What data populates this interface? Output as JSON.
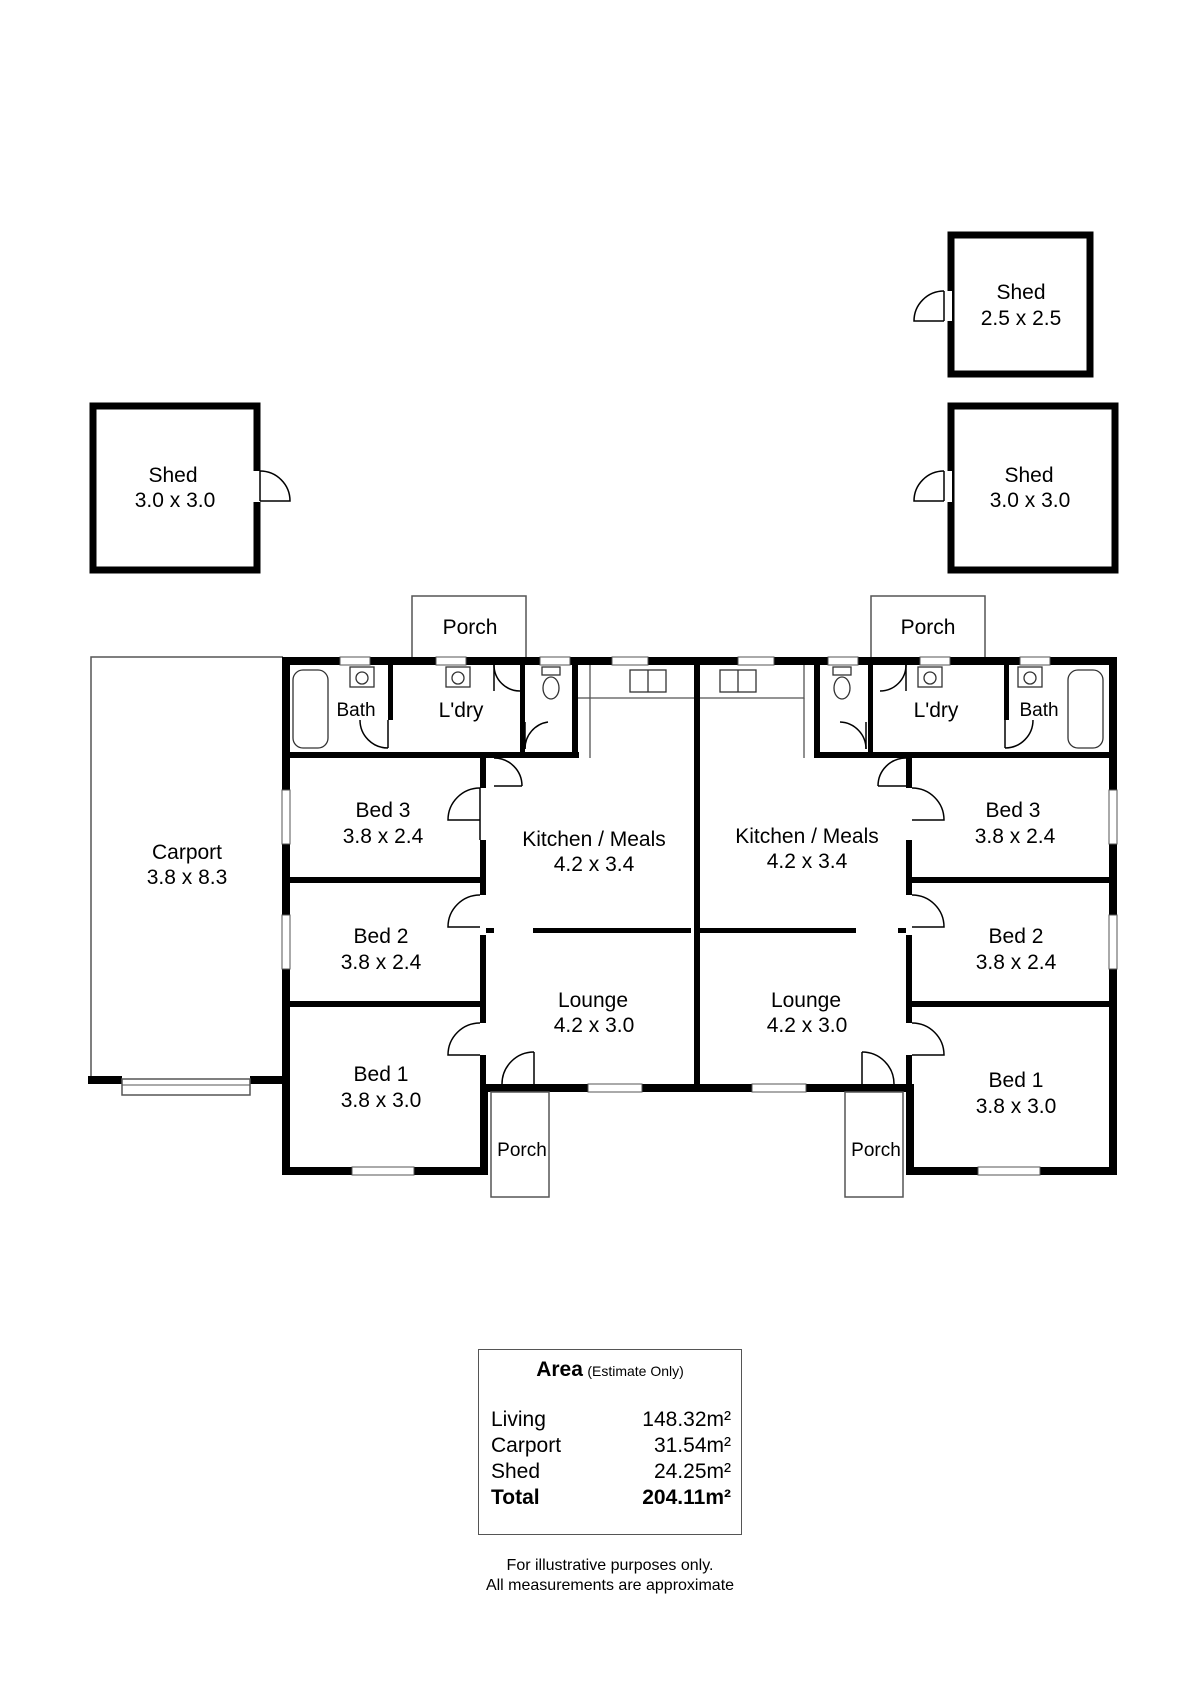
{
  "rooms": {
    "shed_top_right": {
      "name": "Shed",
      "dims": "2.5 x 2.5"
    },
    "shed_left": {
      "name": "Shed",
      "dims": "3.0 x 3.0"
    },
    "shed_right": {
      "name": "Shed",
      "dims": "3.0 x 3.0"
    },
    "carport": {
      "name": "Carport",
      "dims": "3.8 x 8.3"
    },
    "porch_top_left": {
      "name": "Porch"
    },
    "porch_top_right": {
      "name": "Porch"
    },
    "porch_bottom_left": {
      "name": "Porch"
    },
    "porch_bottom_right": {
      "name": "Porch"
    },
    "bath_left": {
      "name": "Bath"
    },
    "laundry_left": {
      "name": "L'dry"
    },
    "bath_right": {
      "name": "Bath"
    },
    "laundry_right": {
      "name": "L'dry"
    },
    "bed3_left": {
      "name": "Bed 3",
      "dims": "3.8 x 2.4"
    },
    "bed2_left": {
      "name": "Bed 2",
      "dims": "3.8 x 2.4"
    },
    "bed1_left": {
      "name": "Bed 1",
      "dims": "3.8 x 3.0"
    },
    "bed3_right": {
      "name": "Bed 3",
      "dims": "3.8 x 2.4"
    },
    "bed2_right": {
      "name": "Bed 2",
      "dims": "3.8 x 2.4"
    },
    "bed1_right": {
      "name": "Bed 1",
      "dims": "3.8 x 3.0"
    },
    "kitchen_left": {
      "name": "Kitchen / Meals",
      "dims": "4.2 x 3.4"
    },
    "kitchen_right": {
      "name": "Kitchen / Meals",
      "dims": "4.2 x 3.4"
    },
    "lounge_left": {
      "name": "Lounge",
      "dims": "4.2 x 3.0"
    },
    "lounge_right": {
      "name": "Lounge",
      "dims": "4.2 x 3.0"
    }
  },
  "area": {
    "title": "Area",
    "subtitle": "(Estimate Only)",
    "rows": [
      {
        "label": "Living",
        "value": "148.32m²"
      },
      {
        "label": "Carport",
        "value": "31.54m²"
      },
      {
        "label": "Shed",
        "value": "24.25m²"
      }
    ],
    "total": {
      "label": "Total",
      "value": "204.11m²"
    }
  },
  "disclaimer": {
    "line1": "For illustrative purposes only.",
    "line2": "All measurements are approximate"
  }
}
